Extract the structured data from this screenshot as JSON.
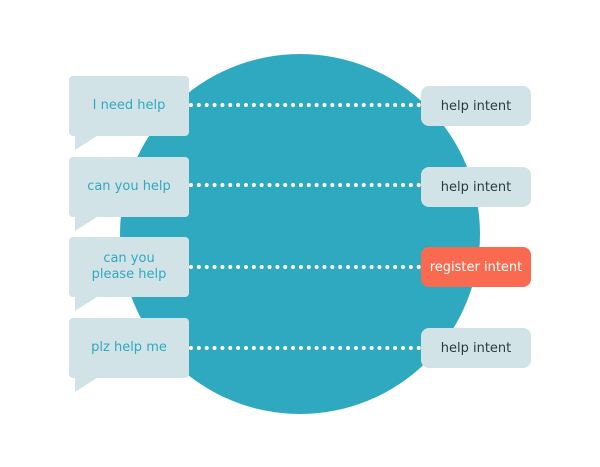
{
  "colors": {
    "circle": "#2fa9bf",
    "bubble_bg": "#d2e3e8",
    "bubble_text": "#2fa9bf",
    "intent_bg": "#d2e3e8",
    "intent_text": "#2b3a42",
    "intent_highlight_bg": "#f96a51",
    "intent_highlight_text": "#ffffff",
    "connector": "#ffffff"
  },
  "rows": [
    {
      "utterance": "I need help",
      "intent": "help intent",
      "highlight": false
    },
    {
      "utterance": "can you help",
      "intent": "help intent",
      "highlight": false
    },
    {
      "utterance": "can you please help",
      "intent": "register intent",
      "highlight": true
    },
    {
      "utterance": "plz help me",
      "intent": "help intent",
      "highlight": false
    }
  ]
}
